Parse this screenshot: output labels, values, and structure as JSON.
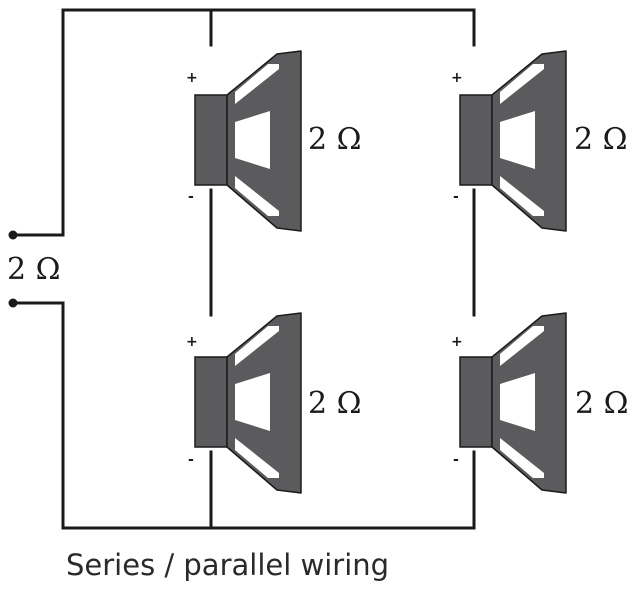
{
  "diagram": {
    "caption": "Series / parallel wiring",
    "amp_impedance": "2 Ω",
    "colors": {
      "wire": "#1a1a1a",
      "speaker_fill": "#5b5b5d",
      "speaker_outline": "#1a1a1a",
      "background": "#ffffff"
    },
    "speakers": [
      {
        "id": "top-left",
        "impedance": "2 Ω",
        "plus": "+",
        "minus": "-",
        "icon": "speaker-icon"
      },
      {
        "id": "top-right",
        "impedance": "2 Ω",
        "plus": "+",
        "minus": "-",
        "icon": "speaker-icon"
      },
      {
        "id": "bottom-left",
        "impedance": "2 Ω",
        "plus": "+",
        "minus": "-",
        "icon": "speaker-icon"
      },
      {
        "id": "bottom-right",
        "impedance": "2 Ω",
        "plus": "+",
        "minus": "-",
        "icon": "speaker-icon"
      }
    ]
  }
}
